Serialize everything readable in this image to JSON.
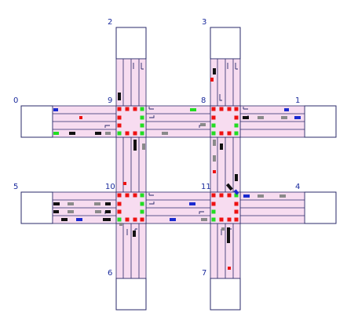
{
  "colors": {
    "road": "#f7dcf0",
    "road_stroke": "#2a2a6a",
    "lane_line": "#2a2a6a",
    "signal_red": "#ee1111",
    "signal_green": "#22dd22",
    "vehicle_black": "#111111",
    "vehicle_gray": "#8a8a8a",
    "vehicle_blue": "#1a2ad0",
    "vehicle_red": "#ee1111",
    "label": "#1a2a9c"
  },
  "node_labels": [
    "0",
    "1",
    "2",
    "3",
    "4",
    "5",
    "6",
    "7",
    "8",
    "9",
    "10",
    "11"
  ],
  "legend": {
    "signal_states": [
      "red",
      "green"
    ],
    "vehicle_colors": [
      "black",
      "gray",
      "blue",
      "green",
      "red"
    ]
  }
}
